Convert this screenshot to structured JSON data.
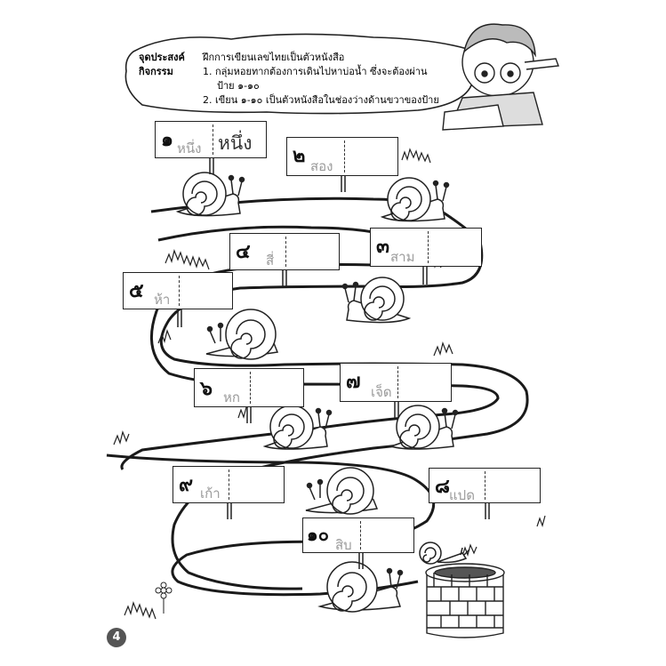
{
  "header": {
    "objective_label": "จุดประสงค์",
    "objective_text": "ฝึกการเขียนเลขไทยเป็นตัวหนังสือ",
    "activity_label": "กิจกรรม",
    "activity_line1": "1. กลุ่มหอยทากต้องการเดินไปหาบ่อน้ำ ซึ่งจะต้องผ่าน",
    "activity_line2": "ป้าย ๑-๑๐",
    "activity_line3": "2. เขียน ๑-๑๐ เป็นตัวหนังสือในช่องว่างด้านขวาของป้าย"
  },
  "signs": [
    {
      "numeral": "๑",
      "word": "หนึ่ง",
      "answer": "หนึ่ง"
    },
    {
      "numeral": "๒",
      "word": "สอง",
      "answer": ""
    },
    {
      "numeral": "๓",
      "word": "สาม",
      "answer": ""
    },
    {
      "numeral": "๔",
      "word": "สี่",
      "answer": ""
    },
    {
      "numeral": "๕",
      "word": "ห้า",
      "answer": ""
    },
    {
      "numeral": "๖",
      "word": "หก",
      "answer": ""
    },
    {
      "numeral": "๗",
      "word": "เจ็ด",
      "answer": ""
    },
    {
      "numeral": "๘",
      "word": "แปด",
      "answer": ""
    },
    {
      "numeral": "๙",
      "word": "เก้า",
      "answer": ""
    },
    {
      "numeral": "๑๐",
      "word": "สิบ",
      "answer": ""
    }
  ],
  "page_number": "4"
}
